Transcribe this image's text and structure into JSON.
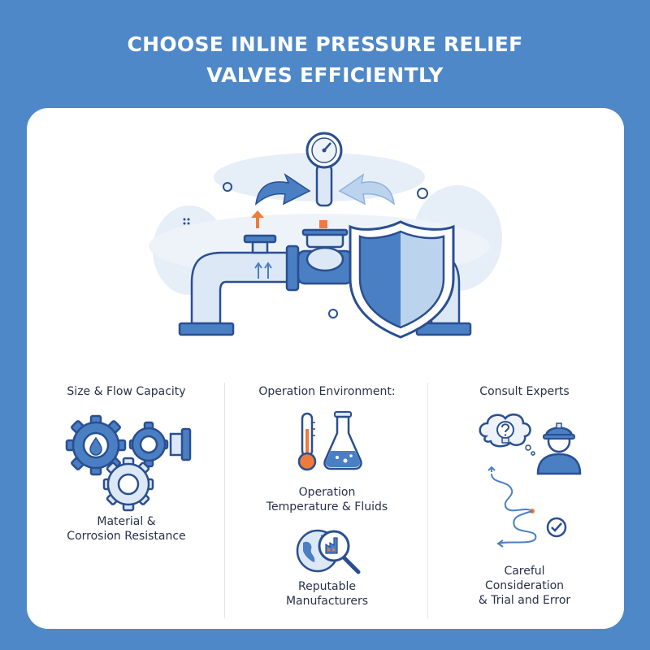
{
  "title": {
    "line1": "CHOOSE INLINE PRESSURE RELIEF",
    "line2": "VALVES EFFICIENTLY"
  },
  "colors": {
    "background": "#4f88c8",
    "card": "#ffffff",
    "outline": "#2a4f90",
    "fill_light": "#dce8f6",
    "fill_mid": "#4a7fc4",
    "accent_orange": "#ee7a3b"
  },
  "hero": {
    "icons": [
      "pressure-gauge-icon",
      "pipe-icon",
      "valve-icon",
      "shield-icon",
      "flow-arrow-icon"
    ]
  },
  "columns": [
    {
      "heading": "Size & Flow Capacity",
      "icons": [
        "gears-icon",
        "water-drop-icon",
        "pipe-fitting-icon"
      ],
      "caption": [
        "Material &",
        "Corrosion Resistance"
      ]
    },
    {
      "heading": "Operation Environment:",
      "icons": [
        "thermometer-icon",
        "flask-icon"
      ],
      "caption": [
        "Operation",
        "Temperature & Fluids"
      ],
      "icons2": [
        "globe-icon",
        "magnifier-factory-icon"
      ],
      "caption2": [
        "Reputable",
        "Manufacturers"
      ]
    },
    {
      "heading": "Consult Experts",
      "icons": [
        "thought-bubble-icon",
        "engineer-icon"
      ],
      "icons2": [
        "winding-path-icon",
        "check-icon"
      ],
      "caption": [
        "Careful",
        "Consideration",
        "& Trial and Error"
      ]
    }
  ]
}
